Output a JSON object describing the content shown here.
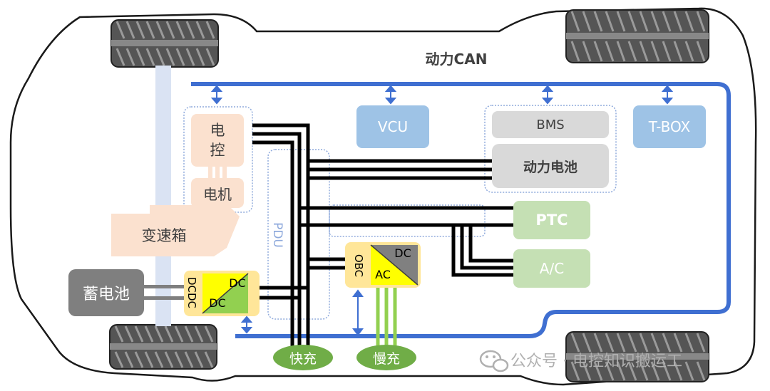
{
  "can_bus": {
    "label": "动力CAN",
    "color": "#3f6fd1"
  },
  "modules": {
    "vcu": "VCU",
    "bms": "BMS",
    "battery": "动力电池",
    "tbox": "T-BOX",
    "motor_controller": "电\n控",
    "motor": "电机",
    "gearbox": "变速箱",
    "pdu": "PDU",
    "ptc": "PTC",
    "ac": "A/C",
    "aux_battery": "蓄电池",
    "dcdc": {
      "side_label": "DCDC",
      "in": "DC",
      "out": "DC"
    },
    "obc": {
      "side_label": "OBC",
      "in": "AC",
      "out": "DC"
    }
  },
  "charge_ports": {
    "fast": "快充",
    "slow": "慢充"
  },
  "watermark": "公众号 · 电控知识搬运工",
  "colors": {
    "can_blue": "#3f6fd1",
    "module_blue": "#9ec3e6",
    "module_gray": "#d9d9d9",
    "module_peach": "#fbe1cf",
    "module_green": "#c5e0b4",
    "charge_green": "#70ad47",
    "converter_yellow": "#ffe699",
    "aux_battery_gray": "#7f7f7f"
  }
}
